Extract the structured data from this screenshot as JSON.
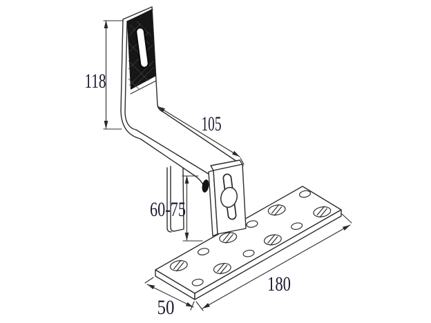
{
  "drawing": {
    "dimensions": {
      "upper_arm_height": {
        "label": "118"
      },
      "middle_arm_length": {
        "label": "105"
      },
      "height_adjust_range": {
        "label": "60-75"
      },
      "base_plate_length": {
        "label": "180"
      },
      "base_plate_width": {
        "label": "50"
      }
    },
    "colors": {
      "line": "#2b2b2b",
      "dimension_text": "#1b1b30",
      "hatch_fill": "#161616",
      "background": "#ffffff"
    }
  }
}
